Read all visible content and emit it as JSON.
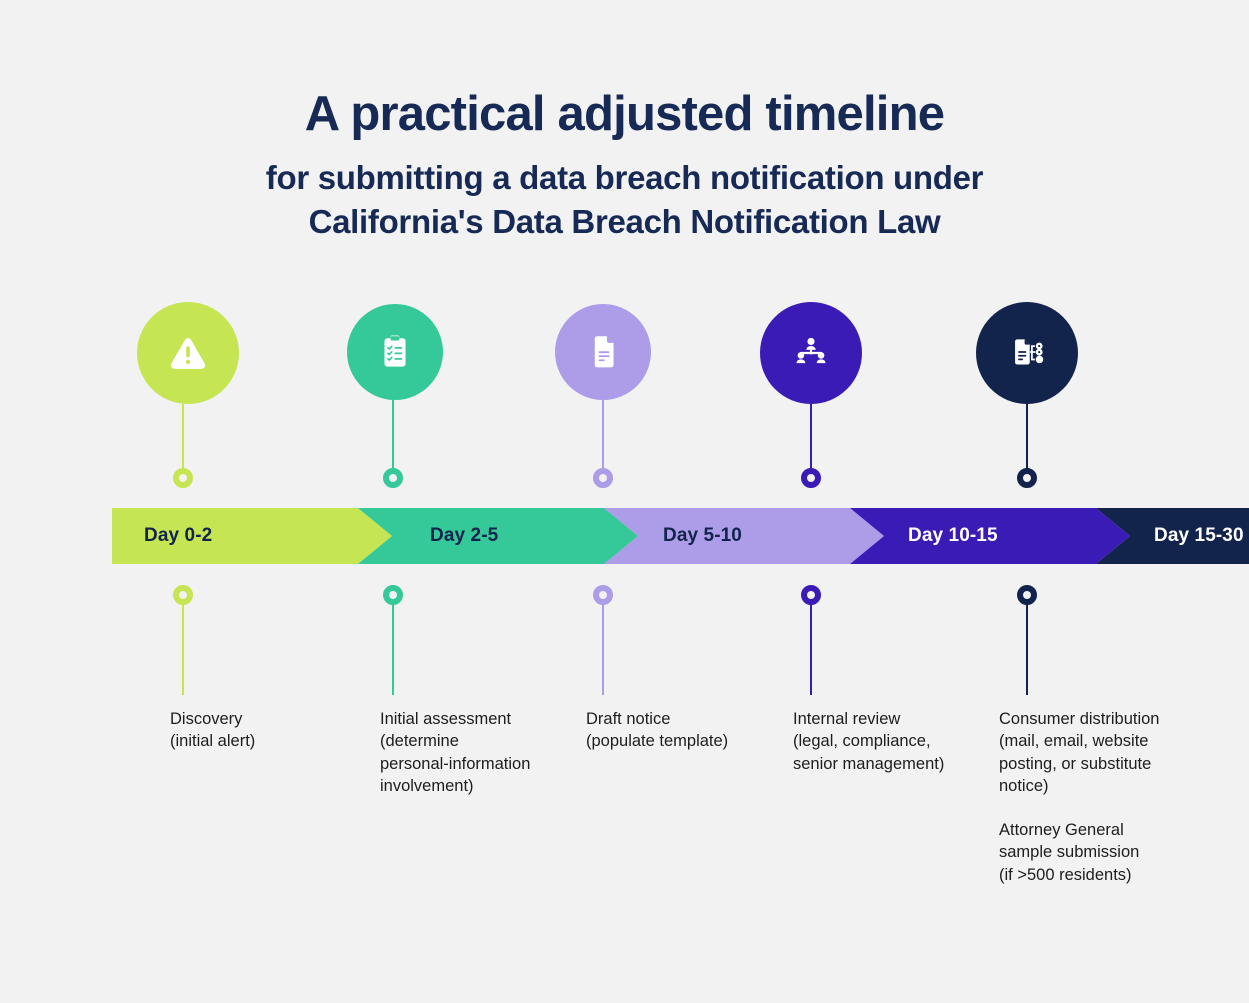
{
  "title": {
    "main": "A practical adjusted timeline",
    "sub_lines": [
      "for submitting a data breach notification under",
      "California's Data Breach Notification Law"
    ]
  },
  "colors": {
    "background": "#f2f2f2",
    "title_text": "#162a55",
    "body_text": "#1d1d1f",
    "stage_1": "#c5e552",
    "stage_2": "#35c99a",
    "stage_3": "#ad9ce8",
    "stage_4": "#3a1bb5",
    "stage_5": "#13244c"
  },
  "stages": [
    {
      "id": "discovery",
      "chevron_label": "Day 0-2",
      "chevron_text_color": "#13244c",
      "color": "#c5e552",
      "icon": "warning-triangle-icon",
      "description": [
        [
          "Discovery",
          "(initial alert)"
        ]
      ]
    },
    {
      "id": "initial-assessment",
      "chevron_label": "Day 2-5",
      "chevron_text_color": "#13244c",
      "color": "#35c99a",
      "icon": "clipboard-checklist-icon",
      "description": [
        [
          "Initial assessment",
          "(determine",
          "personal-information",
          "involvement)"
        ]
      ]
    },
    {
      "id": "draft-notice",
      "chevron_label": "Day 5-10",
      "chevron_text_color": "#13244c",
      "color": "#ad9ce8",
      "icon": "document-icon",
      "description": [
        [
          "Draft notice",
          "(populate template)"
        ]
      ]
    },
    {
      "id": "internal-review",
      "chevron_label": "Day 10-15",
      "chevron_text_color": "#ffffff",
      "color": "#3a1bb5",
      "icon": "org-chart-people-icon",
      "description": [
        [
          "Internal review",
          "(legal, compliance,",
          "senior management)"
        ]
      ]
    },
    {
      "id": "consumer-distribution",
      "chevron_label": "Day 15-30",
      "chevron_text_color": "#ffffff",
      "color": "#13244c",
      "icon": "document-distribution-icon",
      "description": [
        [
          "Consumer distribution",
          "(mail, email, website",
          "posting, or substitute",
          "notice)"
        ],
        [
          "Attorney General",
          "sample submission",
          "(if >500 residents)"
        ]
      ]
    }
  ]
}
